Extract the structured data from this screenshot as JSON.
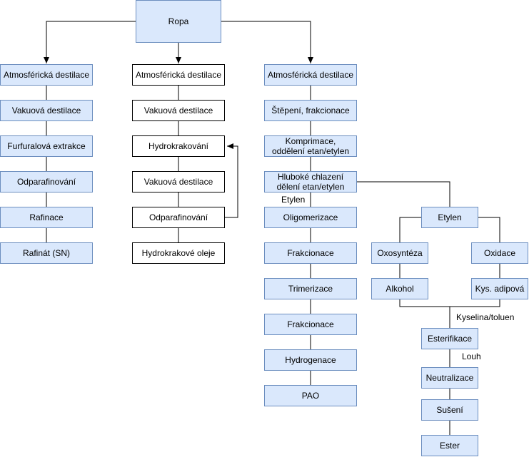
{
  "nodes": {
    "root": "Ropa",
    "c1_atm": "Atmosférická destilace",
    "c1_vak": "Vakuová destilace",
    "c1_furf": "Furfuralová extrakce",
    "c1_odp": "Odparafinování",
    "c1_raf": "Rafinace",
    "c1_sn": "Rafinát (SN)",
    "c2_atm": "Atmosférická destilace",
    "c2_vak": "Vakuová destilace",
    "c2_hk": "Hydrokrakování",
    "c2_vak2": "Vakuová destilace",
    "c2_odp": "Odparafinování",
    "c2_oleje": "Hydrokrakové oleje",
    "c3_atm": "Atmosférická destilace",
    "c3_step": "Štěpení, frakcionace",
    "c3_komp_1": "Komprimace,",
    "c3_komp_2": "oddělení etan/etylen",
    "c3_hlub_1": "Hluboké chlazení",
    "c3_hlub_2": "dělení etan/etylen",
    "c3_olig": "Oligomerizace",
    "c3_frak1": "Frakcionace",
    "c3_trim": "Trimerizace",
    "c3_frak2": "Frakcionace",
    "c3_hydro": "Hydrogenace",
    "c3_pao": "PAO",
    "etylen": "Etylen",
    "oxosynteza": "Oxosyntéza",
    "oxidace": "Oxidace",
    "alkohol": "Alkohol",
    "kys_adipova": "Kys. adipová",
    "esterifikace": "Esterifikace",
    "neutralizace": "Neutralizace",
    "suseni": "Sušení",
    "ester": "Ester"
  },
  "labels": {
    "etylen_edge": "Etylen",
    "kyselina_toluen": "Kyselina/toluen",
    "louh": "Louh"
  },
  "colors": {
    "fill": "#dae8fc",
    "stroke": "#6c8ebf",
    "white_fill": "#ffffff",
    "line": "#000000"
  }
}
